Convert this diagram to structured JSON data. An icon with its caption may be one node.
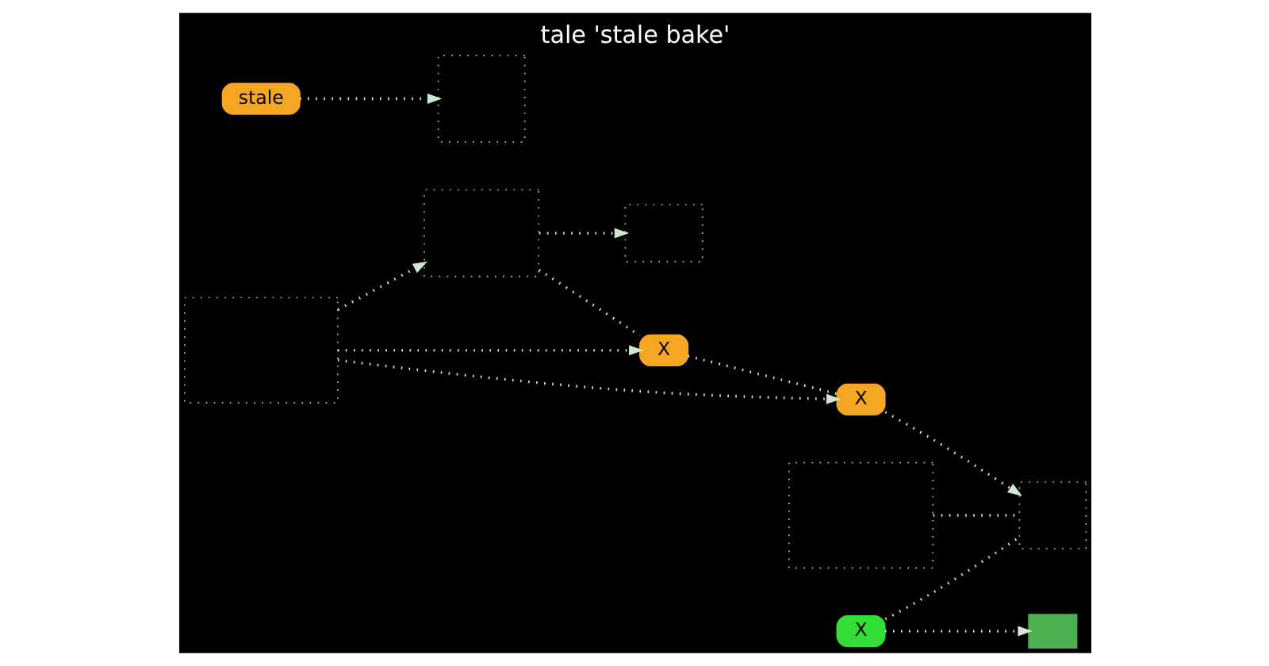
{
  "diagram": {
    "title": "tale 'stale bake'",
    "nodes": [
      {
        "text": [],
        "shape": "box"
      },
      {
        "text": [],
        "shape": "box"
      },
      {
        "text": [],
        "shape": "box"
      },
      {
        "text": [
          "stale"
        ]
      },
      {
        "text": [],
        "shape": "box"
      },
      {
        "text": [
          "X"
        ]
      },
      {
        "text": [
          "X"
        ]
      },
      {
        "text": [
          "X"
        ]
      },
      {
        "text": [],
        "shape": "box"
      },
      {
        "text": [],
        "shape": "box"
      },
      {
        "text": [],
        "shape": "box"
      }
    ],
    "edges": [
      {
        "from": 0,
        "to": 1,
        "arrow": "to"
      },
      {
        "from": 1,
        "to": 2,
        "arrow": "to"
      },
      {
        "from": 0,
        "to": 5,
        "arrow": "to"
      },
      {
        "from": 1,
        "to": 5,
        "arrow": "none"
      },
      {
        "from": 0,
        "to": 6,
        "arrow": "to"
      },
      {
        "from": 5,
        "to": 6,
        "arrow": "none"
      },
      {
        "from": 3,
        "to": 4,
        "arrow": "to"
      },
      {
        "from": 7,
        "to": 8,
        "arrow": "to"
      },
      {
        "from": 6,
        "to": 10,
        "arrow": "to"
      },
      {
        "from": 9,
        "to": 10,
        "arrow": "none"
      },
      {
        "from": 7,
        "to": 10,
        "arrow": "none"
      }
    ]
  }
}
